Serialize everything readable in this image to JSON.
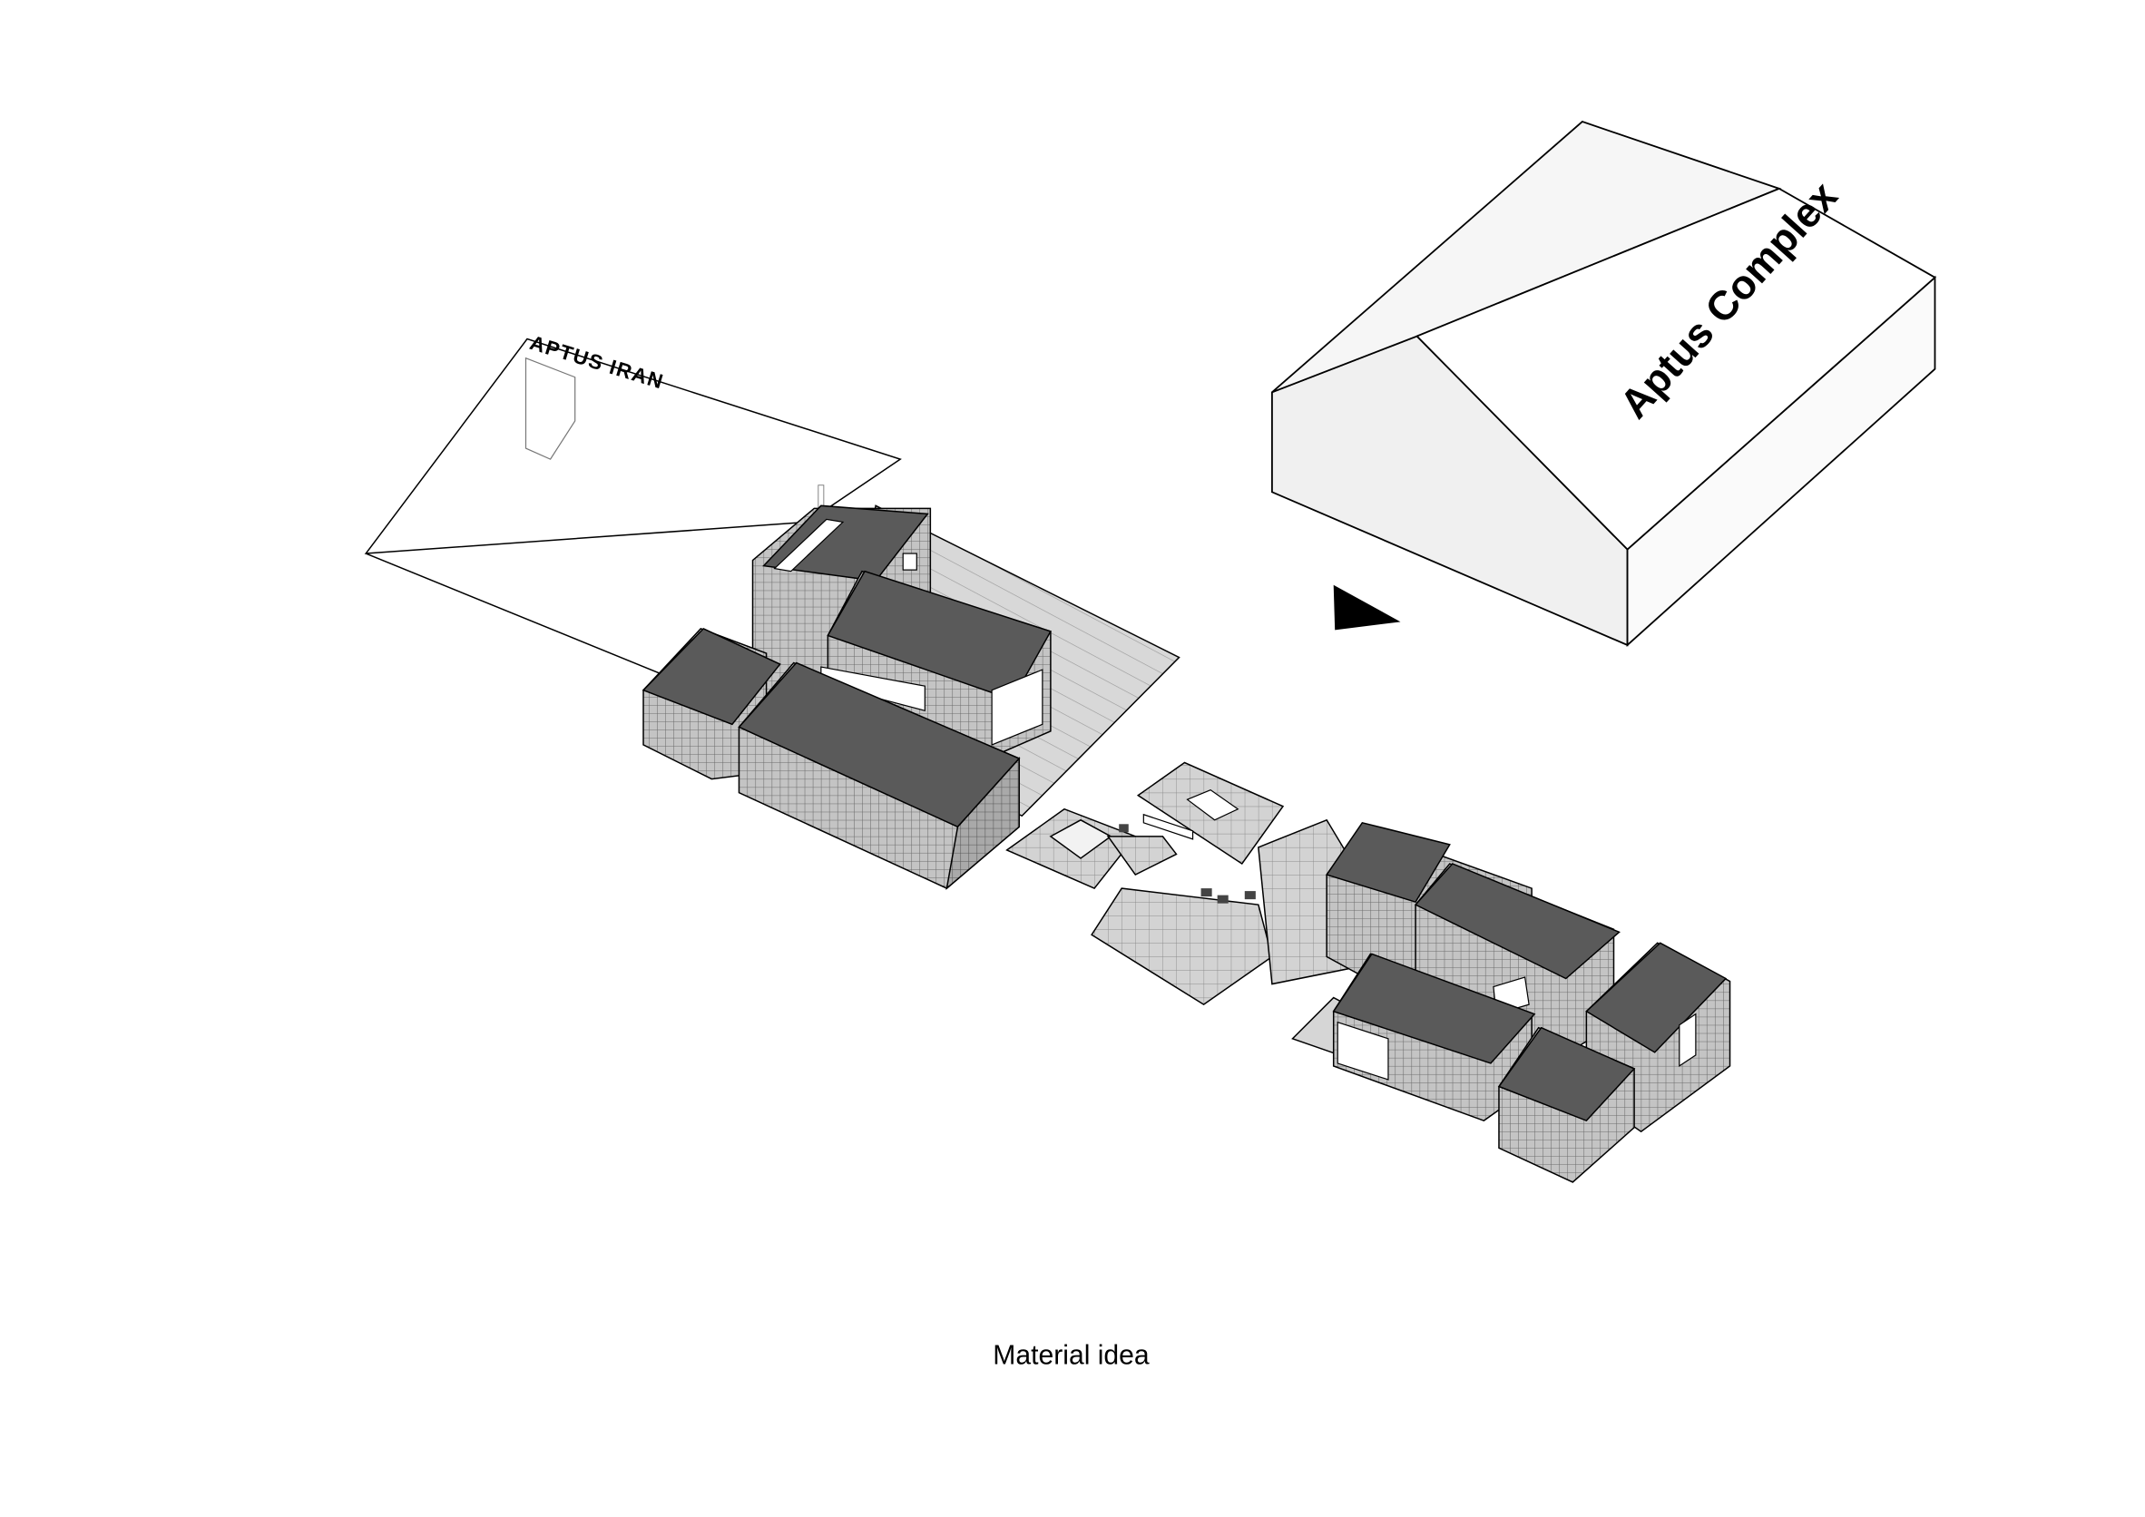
{
  "labels": {
    "gate_sign": "APTUS IRAN",
    "complex": "Aptus Complex"
  },
  "caption": "Material idea",
  "colors": {
    "roof": "#5a5a5a",
    "wall": "#bdbdbd",
    "paving": "#cfcfcf",
    "complex_fill": "#f2f2f2",
    "stroke": "#000000",
    "background": "#ffffff"
  },
  "icons": {
    "direction_marker": "triangle-arrow-icon"
  }
}
